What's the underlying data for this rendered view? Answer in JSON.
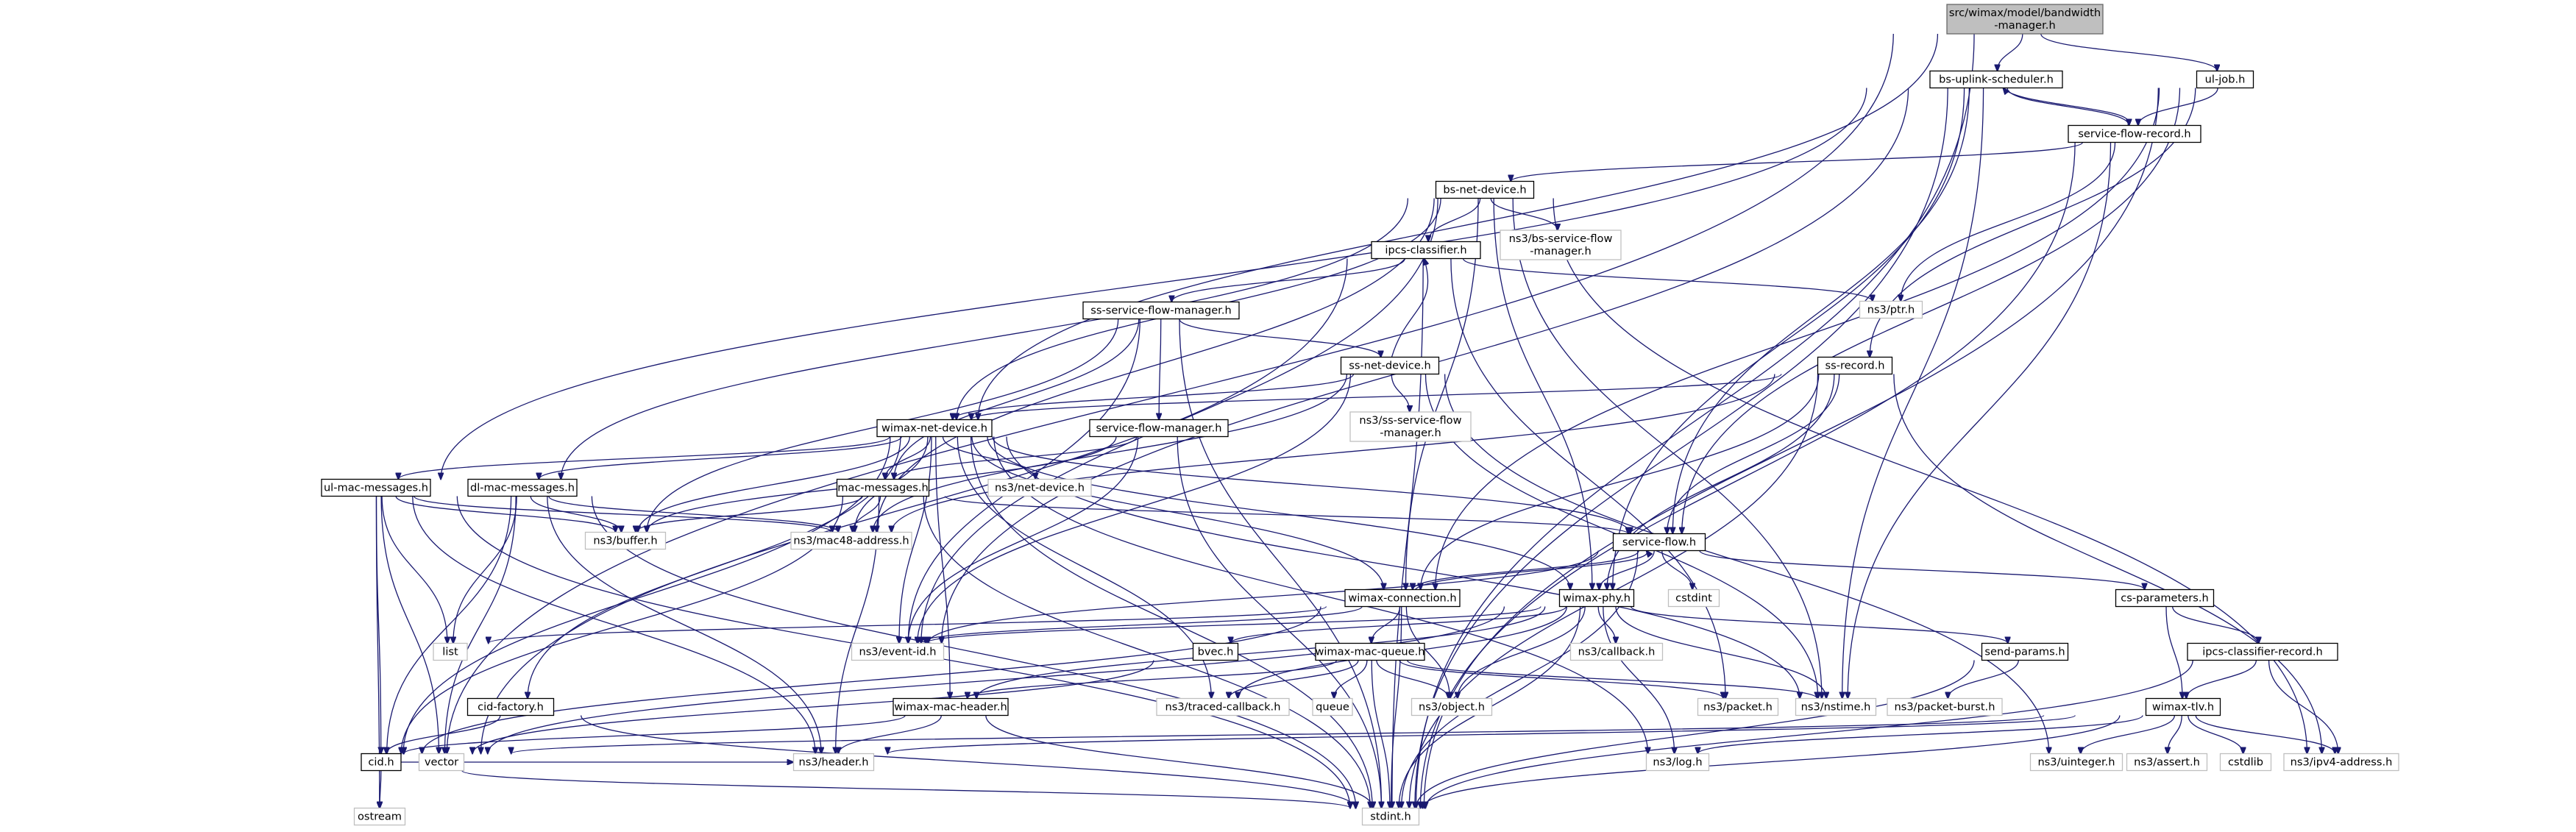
{
  "title": "src/wimax/model/bandwidth-manager.h",
  "colors": {
    "edge": "#191970",
    "root_fill": "#bfbfbf",
    "external_border": "#bfbfbf"
  },
  "nodes": [
    {
      "id": "root",
      "lines": [
        "src/wimax/model/bandwidth",
        "-manager.h"
      ],
      "kind": "root"
    },
    {
      "id": "bs-uplink-scheduler",
      "lines": [
        "bs-uplink-scheduler.h"
      ],
      "kind": "file"
    },
    {
      "id": "ul-job",
      "lines": [
        "ul-job.h"
      ],
      "kind": "file"
    },
    {
      "id": "service-flow-record",
      "lines": [
        "service-flow-record.h"
      ],
      "kind": "file"
    },
    {
      "id": "bs-net-device",
      "lines": [
        "bs-net-device.h"
      ],
      "kind": "file"
    },
    {
      "id": "ipcs-classifier",
      "lines": [
        "ipcs-classifier.h"
      ],
      "kind": "file"
    },
    {
      "id": "ns3-bs-service-flow-manager",
      "lines": [
        "ns3/bs-service-flow",
        "-manager.h"
      ],
      "kind": "external"
    },
    {
      "id": "ss-service-flow-manager",
      "lines": [
        "ss-service-flow-manager.h"
      ],
      "kind": "file"
    },
    {
      "id": "ns3-ptr",
      "lines": [
        "ns3/ptr.h"
      ],
      "kind": "external"
    },
    {
      "id": "ss-net-device",
      "lines": [
        "ss-net-device.h"
      ],
      "kind": "file"
    },
    {
      "id": "ss-record",
      "lines": [
        "ss-record.h"
      ],
      "kind": "file"
    },
    {
      "id": "ns3-ss-service-flow-manager",
      "lines": [
        "ns3/ss-service-flow",
        "-manager.h"
      ],
      "kind": "external"
    },
    {
      "id": "wimax-net-device",
      "lines": [
        "wimax-net-device.h"
      ],
      "kind": "file"
    },
    {
      "id": "service-flow-manager",
      "lines": [
        "service-flow-manager.h"
      ],
      "kind": "file"
    },
    {
      "id": "ns3-net-device",
      "lines": [
        "ns3/net-device.h"
      ],
      "kind": "external"
    },
    {
      "id": "ul-mac-messages",
      "lines": [
        "ul-mac-messages.h"
      ],
      "kind": "file"
    },
    {
      "id": "dl-mac-messages",
      "lines": [
        "dl-mac-messages.h"
      ],
      "kind": "file"
    },
    {
      "id": "mac-messages",
      "lines": [
        "mac-messages.h"
      ],
      "kind": "file"
    },
    {
      "id": "ns3-buffer",
      "lines": [
        "ns3/buffer.h"
      ],
      "kind": "external"
    },
    {
      "id": "ns3-mac48-address",
      "lines": [
        "ns3/mac48-address.h"
      ],
      "kind": "external"
    },
    {
      "id": "service-flow",
      "lines": [
        "service-flow.h"
      ],
      "kind": "file"
    },
    {
      "id": "cstdint",
      "lines": [
        "cstdint"
      ],
      "kind": "external"
    },
    {
      "id": "wimax-connection",
      "lines": [
        "wimax-connection.h"
      ],
      "kind": "file"
    },
    {
      "id": "wimax-phy",
      "lines": [
        "wimax-phy.h"
      ],
      "kind": "file"
    },
    {
      "id": "cs-parameters",
      "lines": [
        "cs-parameters.h"
      ],
      "kind": "file"
    },
    {
      "id": "list",
      "lines": [
        "list"
      ],
      "kind": "external"
    },
    {
      "id": "ns3-event-id",
      "lines": [
        "ns3/event-id.h"
      ],
      "kind": "external"
    },
    {
      "id": "ns3-callback",
      "lines": [
        "ns3/callback.h"
      ],
      "kind": "external"
    },
    {
      "id": "bvec",
      "lines": [
        "bvec.h"
      ],
      "kind": "file"
    },
    {
      "id": "wimax-mac-queue",
      "lines": [
        "wimax-mac-queue.h"
      ],
      "kind": "file"
    },
    {
      "id": "send-params",
      "lines": [
        "send-params.h"
      ],
      "kind": "file"
    },
    {
      "id": "ipcs-classifier-record",
      "lines": [
        "ipcs-classifier-record.h"
      ],
      "kind": "file"
    },
    {
      "id": "cid-factory",
      "lines": [
        "cid-factory.h"
      ],
      "kind": "file"
    },
    {
      "id": "wimax-mac-header",
      "lines": [
        "wimax-mac-header.h"
      ],
      "kind": "file"
    },
    {
      "id": "ns3-traced-callback",
      "lines": [
        "ns3/traced-callback.h"
      ],
      "kind": "external"
    },
    {
      "id": "queue",
      "lines": [
        "queue"
      ],
      "kind": "external"
    },
    {
      "id": "ns3-object",
      "lines": [
        "ns3/object.h"
      ],
      "kind": "external"
    },
    {
      "id": "ns3-packet",
      "lines": [
        "ns3/packet.h"
      ],
      "kind": "external"
    },
    {
      "id": "ns3-nstime",
      "lines": [
        "ns3/nstime.h"
      ],
      "kind": "external"
    },
    {
      "id": "ns3-packet-burst",
      "lines": [
        "ns3/packet-burst.h"
      ],
      "kind": "external"
    },
    {
      "id": "wimax-tlv",
      "lines": [
        "wimax-tlv.h"
      ],
      "kind": "file"
    },
    {
      "id": "cid",
      "lines": [
        "cid.h"
      ],
      "kind": "file"
    },
    {
      "id": "vector",
      "lines": [
        "vector"
      ],
      "kind": "external"
    },
    {
      "id": "ns3-header",
      "lines": [
        "ns3/header.h"
      ],
      "kind": "external"
    },
    {
      "id": "ns3-log",
      "lines": [
        "ns3/log.h"
      ],
      "kind": "external"
    },
    {
      "id": "ns3-uinteger",
      "lines": [
        "ns3/uinteger.h"
      ],
      "kind": "external"
    },
    {
      "id": "ns3-assert",
      "lines": [
        "ns3/assert.h"
      ],
      "kind": "external"
    },
    {
      "id": "cstdlib",
      "lines": [
        "cstdlib"
      ],
      "kind": "external"
    },
    {
      "id": "ns3-ipv4-address",
      "lines": [
        "ns3/ipv4-address.h"
      ],
      "kind": "external"
    },
    {
      "id": "ostream",
      "lines": [
        "ostream"
      ],
      "kind": "external"
    },
    {
      "id": "stdint",
      "lines": [
        "stdint.h"
      ],
      "kind": "external"
    }
  ],
  "edges": [
    [
      "root",
      "bs-uplink-scheduler"
    ],
    [
      "root",
      "ul-job"
    ],
    [
      "root",
      "wimax-net-device"
    ],
    [
      "root",
      "cid"
    ],
    [
      "root",
      "stdint"
    ],
    [
      "bs-uplink-scheduler",
      "service-flow-record"
    ],
    [
      "bs-uplink-scheduler",
      "ul-mac-messages"
    ],
    [
      "bs-uplink-scheduler",
      "ns3-nstime"
    ],
    [
      "bs-uplink-scheduler",
      "stdint"
    ],
    [
      "bs-uplink-scheduler",
      "service-flow"
    ],
    [
      "bs-uplink-scheduler",
      "ns3-event-id"
    ],
    [
      "bs-uplink-scheduler",
      "wimax-phy"
    ],
    [
      "service-flow-record",
      "bs-uplink-scheduler"
    ],
    [
      "service-flow-record",
      "bs-net-device"
    ],
    [
      "service-flow-record",
      "ns3-ptr"
    ],
    [
      "service-flow-record",
      "ns3-nstime"
    ],
    [
      "service-flow-record",
      "stdint"
    ],
    [
      "ul-job",
      "service-flow-record"
    ],
    [
      "ul-job",
      "ss-record"
    ],
    [
      "ul-job",
      "service-flow"
    ],
    [
      "ul-job",
      "wimax-connection"
    ],
    [
      "ul-job",
      "stdint"
    ],
    [
      "bs-net-device",
      "ipcs-classifier"
    ],
    [
      "bs-net-device",
      "ns3-bs-service-flow-manager"
    ],
    [
      "bs-net-device",
      "wimax-net-device"
    ],
    [
      "bs-net-device",
      "dl-mac-messages"
    ],
    [
      "bs-net-device",
      "ns3-mac48-address"
    ],
    [
      "bs-net-device",
      "wimax-phy"
    ],
    [
      "bs-net-device",
      "ns3-ipv4-address"
    ],
    [
      "bs-net-device",
      "wimax-connection"
    ],
    [
      "bs-net-device",
      "ns3-event-id"
    ],
    [
      "bs-net-device",
      "ns3-nstime"
    ],
    [
      "ipcs-classifier",
      "ss-service-flow-manager"
    ],
    [
      "ipcs-classifier",
      "ns3-ptr"
    ],
    [
      "ipcs-classifier",
      "vector"
    ],
    [
      "ipcs-classifier",
      "ns3-packet"
    ],
    [
      "ipcs-classifier",
      "stdint"
    ],
    [
      "ss-service-flow-manager",
      "ss-net-device"
    ],
    [
      "ss-service-flow-manager",
      "service-flow-manager"
    ],
    [
      "ss-service-flow-manager",
      "mac-messages"
    ],
    [
      "ss-service-flow-manager",
      "ns3-buffer"
    ],
    [
      "ss-service-flow-manager",
      "ns3-event-id"
    ],
    [
      "ss-service-flow-manager",
      "stdint"
    ],
    [
      "ss-net-device",
      "ipcs-classifier"
    ],
    [
      "ss-net-device",
      "ns3-ss-service-flow-manager"
    ],
    [
      "ss-net-device",
      "wimax-net-device"
    ],
    [
      "ss-net-device",
      "ns3-nstime"
    ],
    [
      "ss-net-device",
      "ns3-uinteger"
    ],
    [
      "ss-net-device",
      "ns3-event-id"
    ],
    [
      "ss-net-device",
      "ns3-mac48-address"
    ],
    [
      "ss-record",
      "wimax-net-device"
    ],
    [
      "ss-record",
      "service-flow"
    ],
    [
      "ss-record",
      "wimax-connection"
    ],
    [
      "ss-record",
      "ns3-ipv4-address"
    ],
    [
      "ss-record",
      "stdint"
    ],
    [
      "ss-record",
      "ns3-mac48-address"
    ],
    [
      "ss-record",
      "wimax-phy"
    ],
    [
      "wimax-net-device",
      "ul-mac-messages"
    ],
    [
      "wimax-net-device",
      "dl-mac-messages"
    ],
    [
      "wimax-net-device",
      "mac-messages"
    ],
    [
      "wimax-net-device",
      "ns3-net-device"
    ],
    [
      "wimax-net-device",
      "service-flow"
    ],
    [
      "wimax-net-device",
      "wimax-connection"
    ],
    [
      "wimax-net-device",
      "wimax-phy"
    ],
    [
      "wimax-net-device",
      "ns3-event-id"
    ],
    [
      "wimax-net-device",
      "ns3-traced-callback"
    ],
    [
      "wimax-net-device",
      "ns3-mac48-address"
    ],
    [
      "wimax-net-device",
      "ns3-nstime"
    ],
    [
      "wimax-net-device",
      "ns3-log"
    ],
    [
      "wimax-net-device",
      "cid-factory"
    ],
    [
      "wimax-net-device",
      "wimax-mac-header"
    ],
    [
      "wimax-net-device",
      "ns3-buffer"
    ],
    [
      "wimax-net-device",
      "stdint"
    ],
    [
      "wimax-net-device",
      "cid"
    ],
    [
      "service-flow-manager",
      "mac-messages"
    ],
    [
      "service-flow-manager",
      "ns3-buffer"
    ],
    [
      "service-flow-manager",
      "ns3-event-id"
    ],
    [
      "service-flow-manager",
      "stdint"
    ],
    [
      "ul-mac-messages",
      "ns3-buffer"
    ],
    [
      "ul-mac-messages",
      "ns3-mac48-address"
    ],
    [
      "ul-mac-messages",
      "list"
    ],
    [
      "ul-mac-messages",
      "vector"
    ],
    [
      "ul-mac-messages",
      "cid"
    ],
    [
      "ul-mac-messages",
      "ns3-header"
    ],
    [
      "ul-mac-messages",
      "stdint"
    ],
    [
      "ul-mac-messages",
      "ostream"
    ],
    [
      "dl-mac-messages",
      "ns3-buffer"
    ],
    [
      "dl-mac-messages",
      "ns3-mac48-address"
    ],
    [
      "dl-mac-messages",
      "list"
    ],
    [
      "dl-mac-messages",
      "vector"
    ],
    [
      "dl-mac-messages",
      "cid"
    ],
    [
      "dl-mac-messages",
      "ns3-header"
    ],
    [
      "dl-mac-messages",
      "stdint"
    ],
    [
      "mac-messages",
      "ns3-buffer"
    ],
    [
      "mac-messages",
      "ns3-mac48-address"
    ],
    [
      "mac-messages",
      "service-flow"
    ],
    [
      "mac-messages",
      "cid"
    ],
    [
      "mac-messages",
      "ns3-header"
    ],
    [
      "mac-messages",
      "stdint"
    ],
    [
      "service-flow",
      "wimax-connection"
    ],
    [
      "service-flow",
      "cstdint"
    ],
    [
      "service-flow",
      "wimax-phy"
    ],
    [
      "service-flow",
      "cs-parameters"
    ],
    [
      "service-flow",
      "ns3-event-id"
    ],
    [
      "service-flow",
      "stdint"
    ],
    [
      "wimax-connection",
      "service-flow"
    ],
    [
      "wimax-connection",
      "wimax-mac-queue"
    ],
    [
      "wimax-connection",
      "list"
    ],
    [
      "wimax-connection",
      "ns3-object"
    ],
    [
      "wimax-connection",
      "cid"
    ],
    [
      "wimax-connection",
      "ns3-event-id"
    ],
    [
      "wimax-connection",
      "stdint"
    ],
    [
      "wimax-phy",
      "bvec"
    ],
    [
      "wimax-phy",
      "send-params"
    ],
    [
      "wimax-phy",
      "ns3-callback"
    ],
    [
      "wimax-phy",
      "ns3-event-id"
    ],
    [
      "wimax-phy",
      "ns3-nstime"
    ],
    [
      "wimax-phy",
      "ns3-object"
    ],
    [
      "wimax-phy",
      "ns3-log"
    ],
    [
      "wimax-phy",
      "ns3-traced-callback"
    ],
    [
      "wimax-phy",
      "wimax-mac-header"
    ],
    [
      "wimax-phy",
      "stdint"
    ],
    [
      "wimax-phy",
      "vector"
    ],
    [
      "cs-parameters",
      "ipcs-classifier-record"
    ],
    [
      "cs-parameters",
      "wimax-tlv"
    ],
    [
      "ipcs-classifier-record",
      "wimax-tlv"
    ],
    [
      "ipcs-classifier-record",
      "ns3-ipv4-address"
    ],
    [
      "ipcs-classifier-record",
      "stdint"
    ],
    [
      "bvec",
      "vector"
    ],
    [
      "wimax-mac-queue",
      "wimax-mac-header"
    ],
    [
      "wimax-mac-queue",
      "queue"
    ],
    [
      "wimax-mac-queue",
      "ns3-object"
    ],
    [
      "wimax-mac-queue",
      "ns3-packet"
    ],
    [
      "wimax-mac-queue",
      "ns3-traced-callback"
    ],
    [
      "wimax-mac-queue",
      "ns3-nstime"
    ],
    [
      "wimax-mac-queue",
      "stdint"
    ],
    [
      "send-params",
      "ns3-packet-burst"
    ],
    [
      "send-params",
      "stdint"
    ],
    [
      "cid-factory",
      "cid"
    ],
    [
      "cid-factory",
      "stdint"
    ],
    [
      "wimax-mac-header",
      "ns3-header"
    ],
    [
      "wimax-mac-header",
      "cid"
    ],
    [
      "wimax-mac-header",
      "stdint"
    ],
    [
      "wimax-tlv",
      "ns3-uinteger"
    ],
    [
      "wimax-tlv",
      "ns3-assert"
    ],
    [
      "wimax-tlv",
      "cstdlib"
    ],
    [
      "wimax-tlv",
      "ns3-ipv4-address"
    ],
    [
      "wimax-tlv",
      "ns3-log"
    ],
    [
      "wimax-tlv",
      "ns3-header"
    ],
    [
      "wimax-tlv",
      "vector"
    ],
    [
      "wimax-tlv",
      "stdint"
    ],
    [
      "cid",
      "ns3-header"
    ],
    [
      "cid",
      "ostream"
    ],
    [
      "cid",
      "stdint"
    ]
  ]
}
